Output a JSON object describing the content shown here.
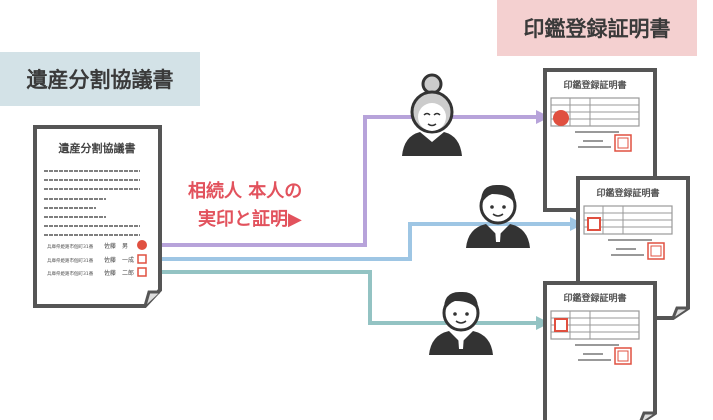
{
  "left_title": "遺産分割協議書",
  "right_title": "印鑑登録証明書",
  "caption": {
    "line1": "相続人 本人の",
    "line2": "実印と証明▶"
  },
  "agreement_doc": {
    "title": "遺産分割協議書",
    "signers": [
      {
        "address": "兵庫県姫路市個町31番",
        "name": "佐藤　男"
      },
      {
        "address": "兵庫県姫路市個町31番",
        "name": "佐藤　一成"
      },
      {
        "address": "兵庫県姫路市個町31番",
        "name": "佐藤　二郎"
      }
    ]
  },
  "certificates": [
    {
      "title": "印鑑登録証明書"
    },
    {
      "title": "印鑑登録証明書"
    },
    {
      "title": "印鑑登録証明書"
    }
  ],
  "colors": {
    "line1": "#b7a3da",
    "line2": "#9ec6e4",
    "line3": "#93c3c3",
    "seal": "#e05040",
    "caption": "#e2525d"
  }
}
